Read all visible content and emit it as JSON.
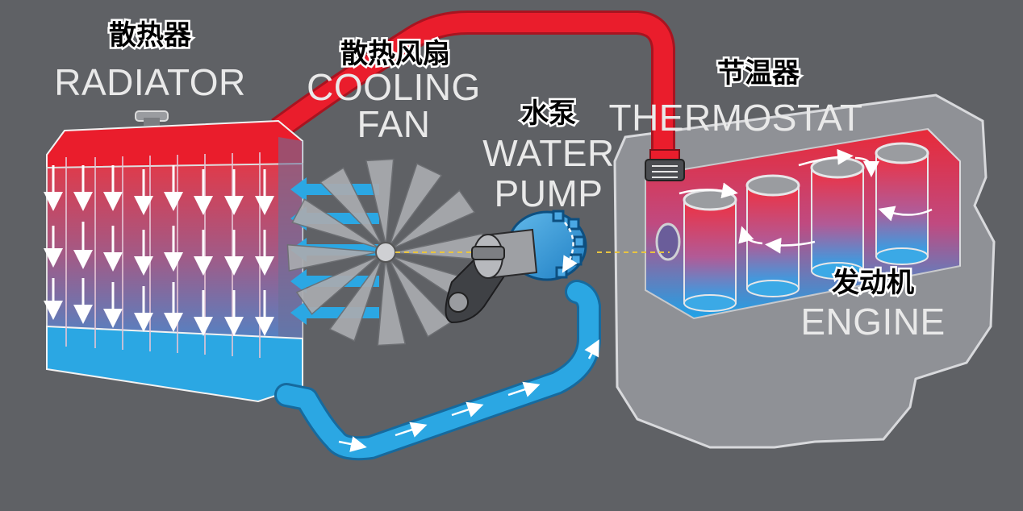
{
  "labels": {
    "radiator": {
      "zh": "散热器",
      "en": "RADIATOR"
    },
    "cooling_fan": {
      "zh": "散热风扇",
      "en_line1": "COOLING",
      "en_line2": "FAN"
    },
    "water_pump": {
      "zh": "水泵",
      "en_line1": "WATER",
      "en_line2": "PUMP"
    },
    "thermostat": {
      "zh": "节温器",
      "en": "THERMOSTAT"
    },
    "engine": {
      "zh": "发动机",
      "en": "ENGINE"
    }
  },
  "colors": {
    "background": "#5f6165",
    "hot": "#ea1d2c",
    "cold": "#2ba7e3",
    "engine_housing": "#8f9196",
    "fan_blade": "#a9abaf",
    "dashed_line": "#e8c440",
    "label_zh_fill": "#000000",
    "label_zh_stroke": "#ffffff",
    "label_en": "#e9e9e9"
  }
}
